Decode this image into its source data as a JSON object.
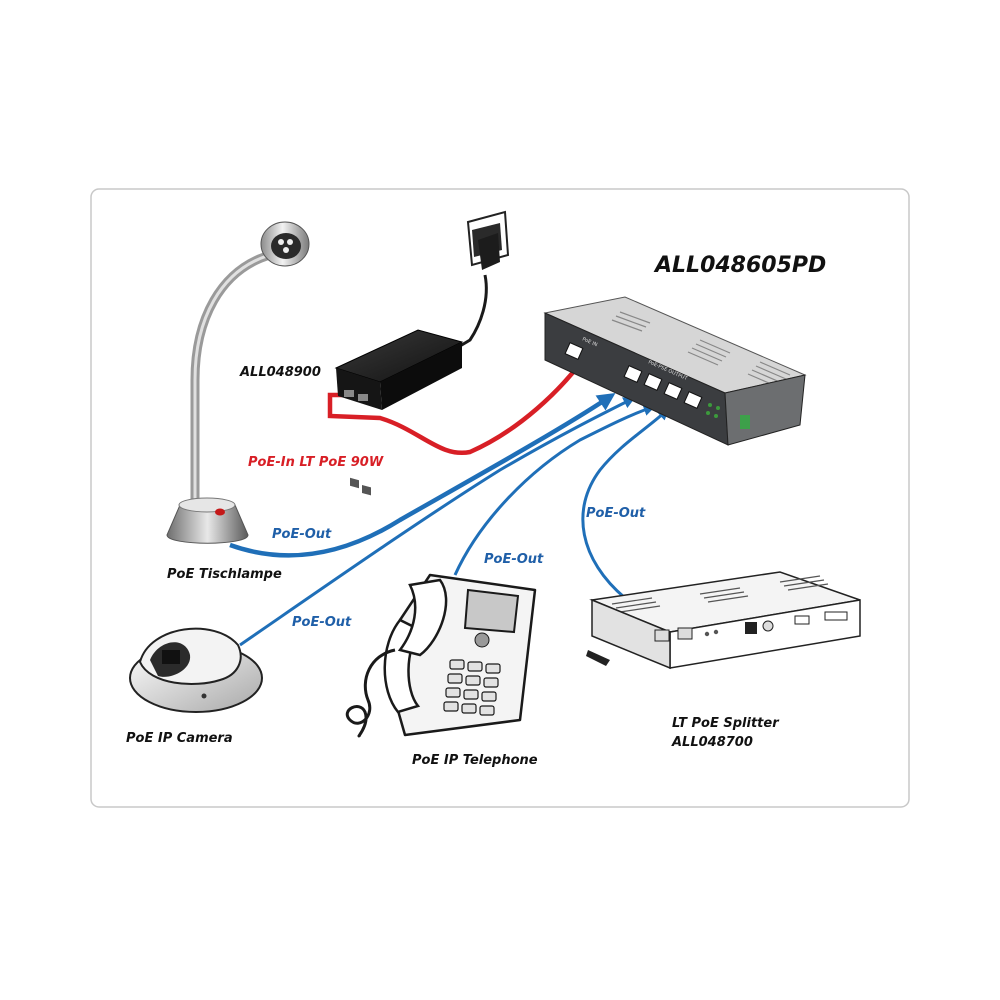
{
  "title": "ALL048605PD",
  "injector_label": "ALL048900",
  "poe_in_label": "PoE-In LT PoE 90W",
  "poe_out_label": "PoE-Out",
  "devices": {
    "lamp": "PoE Tischlampe",
    "camera": "PoE IP Camera",
    "telephone": "PoE IP Telephone",
    "splitter_line1": "LT PoE Splitter",
    "splitter_line2": "ALL048700"
  },
  "switch_panel": {
    "port_in": "PoE IN",
    "port_out": "PoE-PSE OUTPUT"
  },
  "colors": {
    "poe_in": "#d81f26",
    "poe_out": "#1f6fb8",
    "label_blue": "#1f5fa8",
    "label_red": "#d81f26",
    "frame": "#c8c8c8"
  }
}
